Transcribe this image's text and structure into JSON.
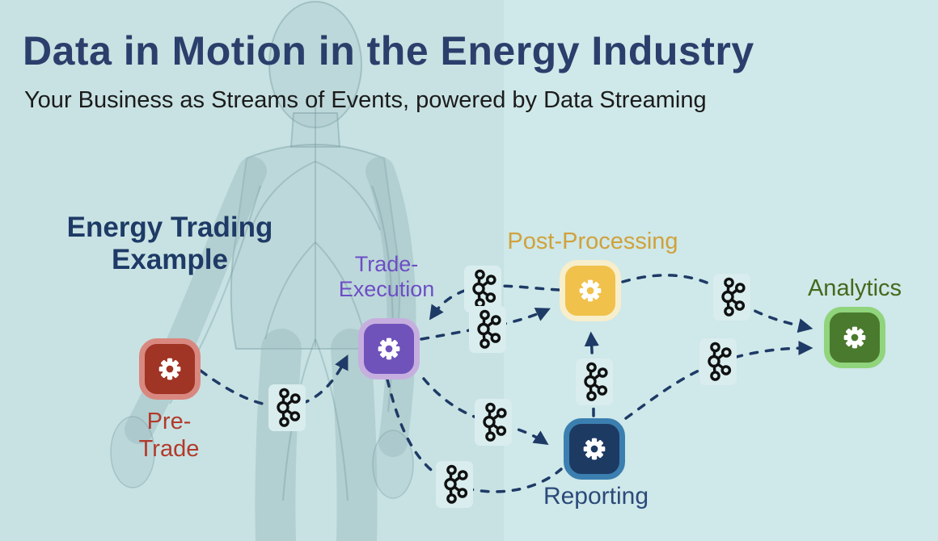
{
  "page": {
    "title": "Data in Motion in the Energy Industry",
    "subtitle": "Your Business as Streams of Events, powered by Data Streaming"
  },
  "diagram": {
    "heading_line1": "Energy Trading",
    "heading_line2": "Example",
    "nodes": [
      {
        "id": "pre-trade",
        "label_line1": "Pre-",
        "label_line2": "Trade",
        "label_color": "#b23a2b",
        "fill": "#a03425",
        "border": "#d98880"
      },
      {
        "id": "trade-execution",
        "label_line1": "Trade-",
        "label_line2": "Execution",
        "label_color": "#6d4ec5",
        "fill": "#6f52ba",
        "border": "#c6afdf"
      },
      {
        "id": "post-processing",
        "label_line1": "Post-Processing",
        "label_line2": "",
        "label_color": "#cfa23c",
        "fill": "#f0c14b",
        "border": "#f7eecb"
      },
      {
        "id": "reporting",
        "label_line1": "Reporting",
        "label_line2": "",
        "label_color": "#2b4a7a",
        "fill": "#1d3a63",
        "border": "#3b7fb0"
      },
      {
        "id": "analytics",
        "label_line1": "Analytics",
        "label_line2": "",
        "label_color": "#44691c",
        "fill": "#4a7a2e",
        "border": "#90d47c"
      }
    ],
    "edges": [
      {
        "from": "pre-trade",
        "to": "trade-execution"
      },
      {
        "from": "trade-execution",
        "to": "post-processing"
      },
      {
        "from": "post-processing",
        "to": "trade-execution"
      },
      {
        "from": "trade-execution",
        "to": "reporting",
        "route": "upper"
      },
      {
        "from": "trade-execution",
        "to": "reporting",
        "route": "lower"
      },
      {
        "from": "reporting",
        "to": "post-processing"
      },
      {
        "from": "post-processing",
        "to": "analytics"
      },
      {
        "from": "reporting",
        "to": "analytics"
      }
    ],
    "stream_icon": {
      "name": "kafka-event-stream-icon",
      "count": 8,
      "color": "#101010"
    },
    "colors": {
      "arrow": "#1e3a66",
      "background_left": "#c8e2e3",
      "background_right": "#cfe8e9",
      "title": "#2a3f6b",
      "subtitle": "#1b1b1b",
      "heading": "#1e3a66",
      "gear": "#ffffff"
    }
  }
}
